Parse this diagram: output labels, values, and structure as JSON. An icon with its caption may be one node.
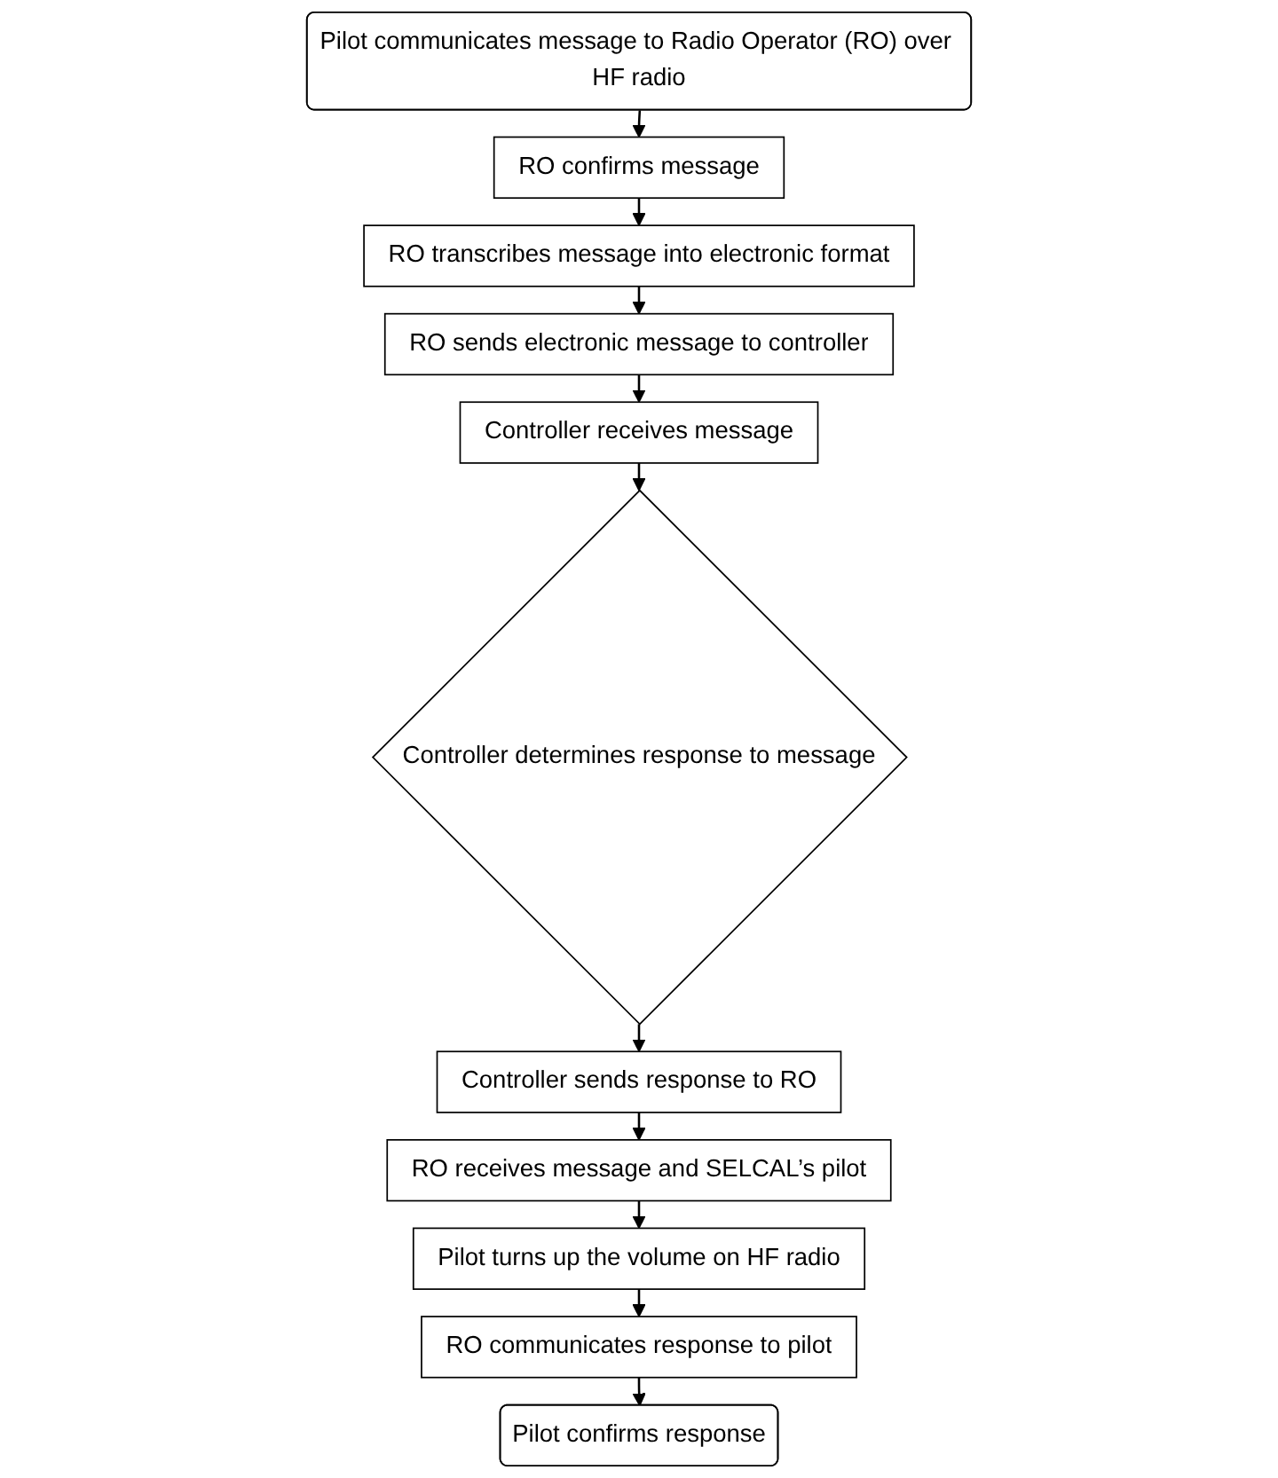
{
  "diagram": {
    "nodes": [
      {
        "text": [
          "Pilot communicates message to Radio Operator (RO) over HF radio"
        ]
      },
      {
        "text": [
          "RO confirms message"
        ]
      },
      {
        "text": [
          "RO transcribes message into electronic format"
        ]
      },
      {
        "text": [
          "RO sends electronic message to controller"
        ]
      },
      {
        "text": [
          "Controller receives message"
        ]
      },
      {
        "text": [
          "Controller determines response to message"
        ]
      },
      {
        "text": [
          "Controller sends response to RO"
        ]
      },
      {
        "text": [
          "RO receives message and SELCAL’s pilot"
        ]
      },
      {
        "text": [
          "Pilot turns up the volume on HF radio"
        ]
      },
      {
        "text": [
          "RO communicates response to pilot"
        ]
      },
      {
        "text": [
          "Pilot confirms response"
        ]
      }
    ],
    "edges": [
      {
        "from": 0,
        "to": 1,
        "arrow": "to"
      },
      {
        "from": 1,
        "to": 2,
        "arrow": "to"
      },
      {
        "from": 2,
        "to": 3,
        "arrow": "to"
      },
      {
        "from": 3,
        "to": 4,
        "arrow": "to"
      },
      {
        "from": 4,
        "to": 5,
        "arrow": "to"
      },
      {
        "from": 5,
        "to": 6,
        "arrow": "to"
      },
      {
        "from": 6,
        "to": 7,
        "arrow": "to"
      },
      {
        "from": 7,
        "to": 8,
        "arrow": "to"
      },
      {
        "from": 8,
        "to": 9,
        "arrow": "to"
      },
      {
        "from": 9,
        "to": 10,
        "arrow": "to"
      }
    ]
  }
}
